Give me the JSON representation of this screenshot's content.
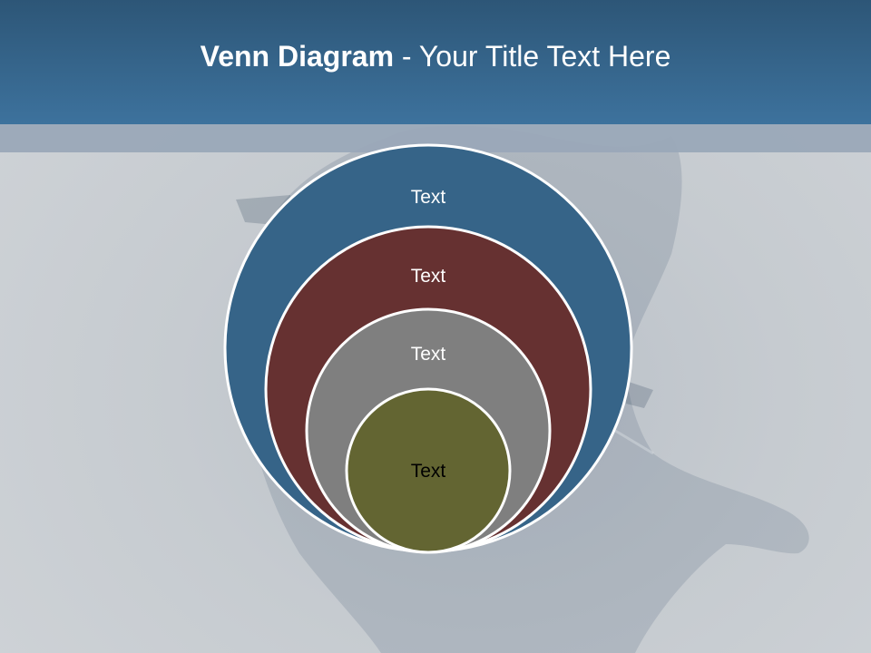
{
  "slide": {
    "title_bold": "Venn Diagram",
    "title_rest": " - Your Title Text Here",
    "colors": {
      "header": "#3a6b93",
      "strip": "#9aa8b8",
      "circle_outer": "#366488",
      "circle_second": "#663131",
      "circle_third": "#7f7f7f",
      "circle_inner": "#636532"
    }
  },
  "diagram": {
    "circles": [
      {
        "label": "Text",
        "fill": "#366488",
        "text_color": "#ffffff"
      },
      {
        "label": "Text",
        "fill": "#663131",
        "text_color": "#ffffff"
      },
      {
        "label": "Text",
        "fill": "#7f7f7f",
        "text_color": "#ffffff"
      },
      {
        "label": "Text",
        "fill": "#636532",
        "text_color": "#000000"
      }
    ]
  }
}
